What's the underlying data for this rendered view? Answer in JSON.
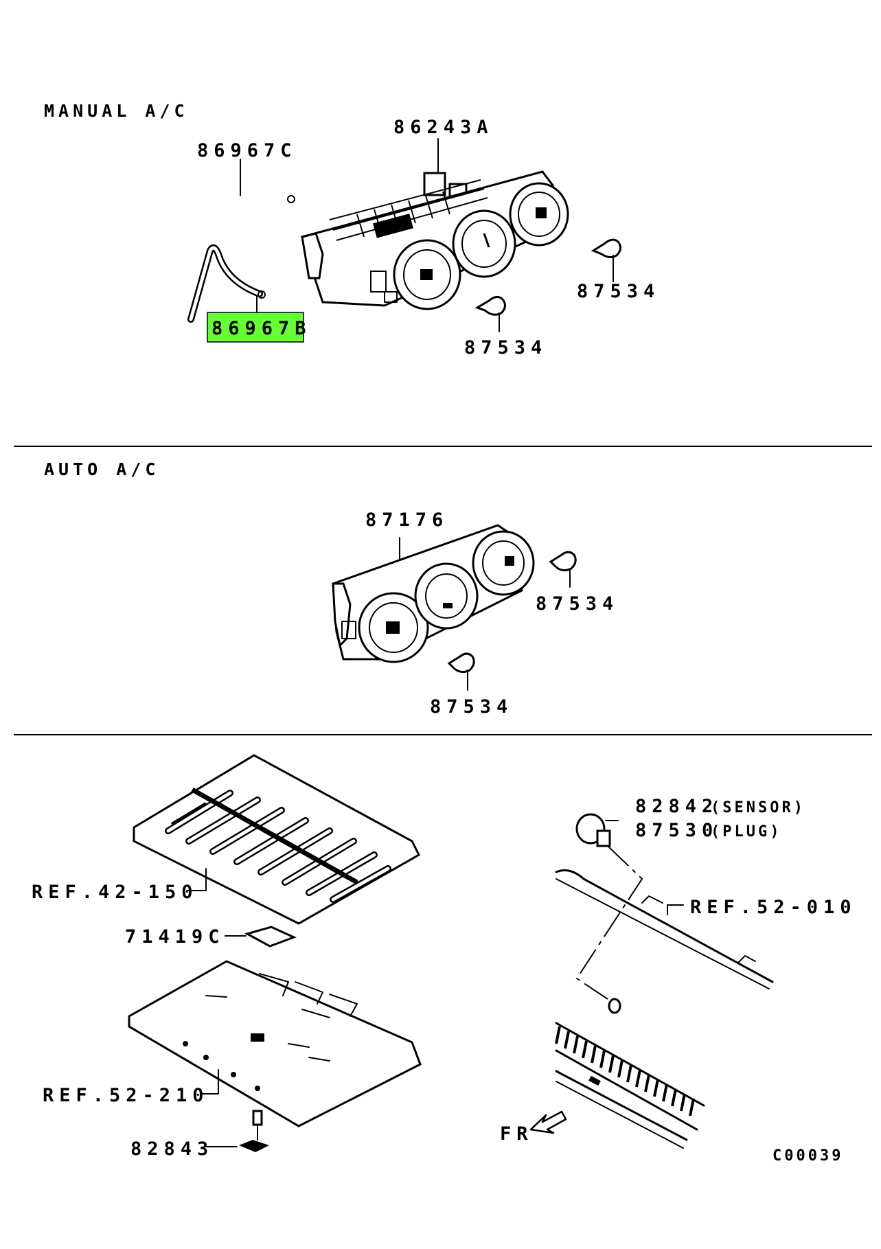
{
  "sections": {
    "manual": "MANUAL A/C",
    "auto": "AUTO A/C"
  },
  "parts": {
    "hose_c": "86967C",
    "hose_b": "86967B",
    "panel_manual": "86243A",
    "clip_1": "87534",
    "clip_2": "87534",
    "panel_auto": "87176",
    "clip_3": "87534",
    "clip_4": "87534",
    "sensor": "82842",
    "sensor_note": "(SENSOR)",
    "plug": "87530",
    "plug_note": "(PLUG)",
    "ref_42_150": "REF.42-150",
    "ref_52_010": "REF.52-010",
    "pad": "71419C",
    "ref_52_210": "REF.52-210",
    "clip_bottom": "82843"
  },
  "front_marker": "FR",
  "diagram_code": "C00039",
  "highlight_color": "#66ff33"
}
